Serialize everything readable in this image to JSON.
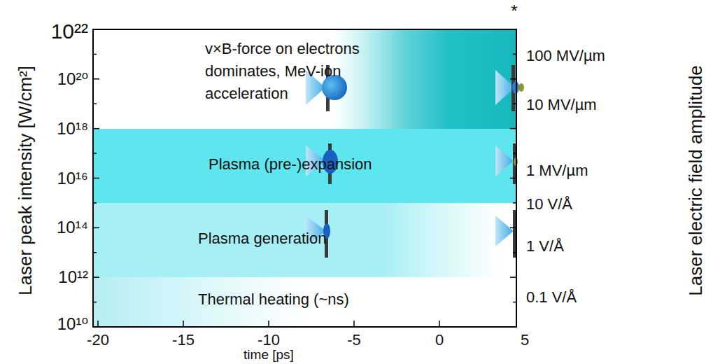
{
  "diagram": {
    "nodes": [
      {
        "text": [
          "v×B-force on electrons dominates, MeV-ion acceleration"
        ]
      },
      {
        "text": [
          "Plasma (pre-)expansion"
        ]
      },
      {
        "text": [
          "Plasma generation"
        ]
      },
      {
        "text": [
          "Thermal heating  (~ns)"
        ]
      }
    ],
    "labels": [
      "*",
      "10²²",
      "10²⁰",
      "10¹⁸",
      "10¹⁶",
      "10¹⁴",
      "10¹²",
      "10¹⁰",
      "Laser peak intensity [W/cm²]",
      "100 MV/µm",
      "10 MV/µm",
      "1 MV/µm",
      "10 V/Å",
      "1 V/Å",
      "0.1 V/Å",
      "Laser electric field amplitude",
      "-20",
      "-15",
      "-10",
      "-5",
      "0",
      "5",
      "time [ps]"
    ]
  }
}
